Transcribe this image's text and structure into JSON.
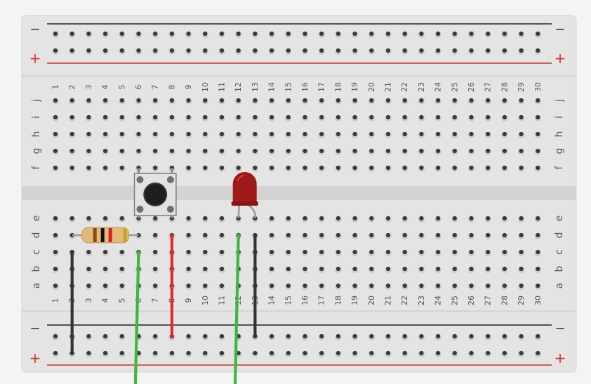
{
  "board": {
    "columns": [
      "1",
      "2",
      "3",
      "4",
      "5",
      "6",
      "7",
      "8",
      "9",
      "10",
      "11",
      "12",
      "13",
      "14",
      "15",
      "16",
      "17",
      "18",
      "19",
      "20",
      "21",
      "22",
      "23",
      "24",
      "25",
      "26",
      "27",
      "28",
      "29",
      "30"
    ],
    "top_rows": [
      "j",
      "i",
      "h",
      "g",
      "f"
    ],
    "bottom_rows": [
      "e",
      "d",
      "c",
      "b",
      "a"
    ],
    "rail_minus": "−",
    "rail_plus": "+",
    "colors": {
      "board": "#e4e4e4",
      "hole": "#3a3a3a",
      "minus_line": "#222222",
      "plus_line": "#c8302a",
      "plus_text": "#d8322a",
      "wire_black": "#333333",
      "wire_red": "#e42929",
      "wire_green": "#3cb83c",
      "led": "#a11a1a"
    }
  },
  "components": {
    "pushbutton": {
      "name": "pushbutton",
      "cols": [
        6,
        8
      ]
    },
    "resistor": {
      "name": "resistor",
      "cols": [
        2,
        6
      ],
      "row": "d",
      "bands": [
        "#8b4a1a",
        "#111111",
        "#d42020",
        "#c9a227"
      ]
    },
    "led": {
      "name": "led",
      "cols": [
        12,
        13
      ]
    },
    "wires": [
      {
        "name": "black-wire-1",
        "color": "black",
        "col": 2,
        "from_row": "c",
        "to": "rail-plus"
      },
      {
        "name": "green-wire-1",
        "color": "green",
        "col": 6,
        "from_row": "c",
        "to": "offboard"
      },
      {
        "name": "red-wire",
        "color": "red",
        "col": 8,
        "from_row": "d",
        "to": "rail-minus"
      },
      {
        "name": "green-wire-2",
        "color": "green",
        "col": 12,
        "from_row": "d",
        "to": "offboard"
      },
      {
        "name": "black-wire-2",
        "color": "black",
        "col": 13,
        "from_row": "d",
        "to": "rail-minus"
      }
    ]
  }
}
